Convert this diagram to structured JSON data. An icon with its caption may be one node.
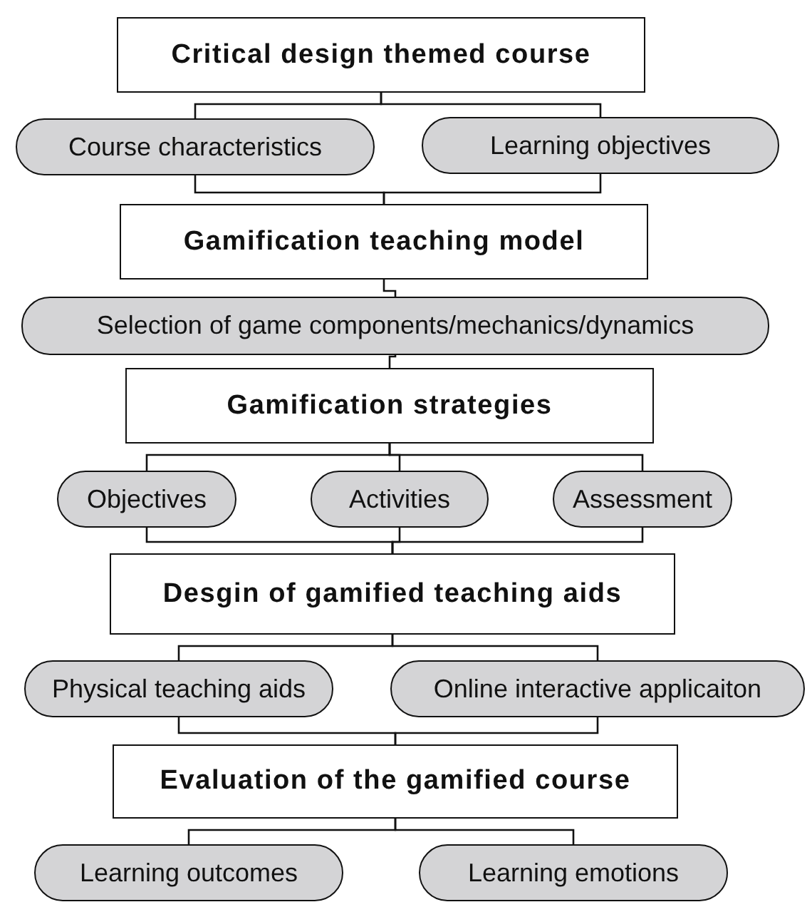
{
  "diagram": {
    "nodes": [
      {
        "text": [
          "Critical design themed course"
        ]
      },
      {
        "text": [
          "Course characteristics"
        ]
      },
      {
        "text": [
          "Learning objectives"
        ]
      },
      {
        "text": [
          "Gamification teaching model"
        ]
      },
      {
        "text": [
          "Selection of game components/mechanics/dynamics"
        ]
      },
      {
        "text": [
          "Gamification strategies"
        ]
      },
      {
        "text": [
          "Objectives"
        ]
      },
      {
        "text": [
          "Activities"
        ]
      },
      {
        "text": [
          "Assessment"
        ]
      },
      {
        "text": [
          "Desgin of gamified teaching aids"
        ]
      },
      {
        "text": [
          "Physical teaching aids"
        ]
      },
      {
        "text": [
          "Online interactive applicaiton"
        ]
      },
      {
        "text": [
          "Evaluation of the gamified course"
        ]
      },
      {
        "text": [
          "Learning outcomes"
        ]
      },
      {
        "text": [
          "Learning emotions"
        ]
      }
    ],
    "edges": [
      {
        "from": 0,
        "to": 1,
        "arrow": "none"
      },
      {
        "from": 0,
        "to": 2,
        "arrow": "none"
      },
      {
        "from": 1,
        "to": 3,
        "arrow": "none"
      },
      {
        "from": 2,
        "to": 3,
        "arrow": "none"
      },
      {
        "from": 3,
        "to": 4,
        "arrow": "none"
      },
      {
        "from": 4,
        "to": 5,
        "arrow": "none"
      },
      {
        "from": 5,
        "to": 6,
        "arrow": "none"
      },
      {
        "from": 5,
        "to": 7,
        "arrow": "none"
      },
      {
        "from": 5,
        "to": 8,
        "arrow": "none"
      },
      {
        "from": 6,
        "to": 9,
        "arrow": "none"
      },
      {
        "from": 7,
        "to": 9,
        "arrow": "none"
      },
      {
        "from": 8,
        "to": 9,
        "arrow": "none"
      },
      {
        "from": 9,
        "to": 10,
        "arrow": "none"
      },
      {
        "from": 9,
        "to": 11,
        "arrow": "none"
      },
      {
        "from": 10,
        "to": 12,
        "arrow": "none"
      },
      {
        "from": 11,
        "to": 12,
        "arrow": "none"
      },
      {
        "from": 12,
        "to": 13,
        "arrow": "none"
      },
      {
        "from": 12,
        "to": 14,
        "arrow": "none"
      }
    ]
  }
}
